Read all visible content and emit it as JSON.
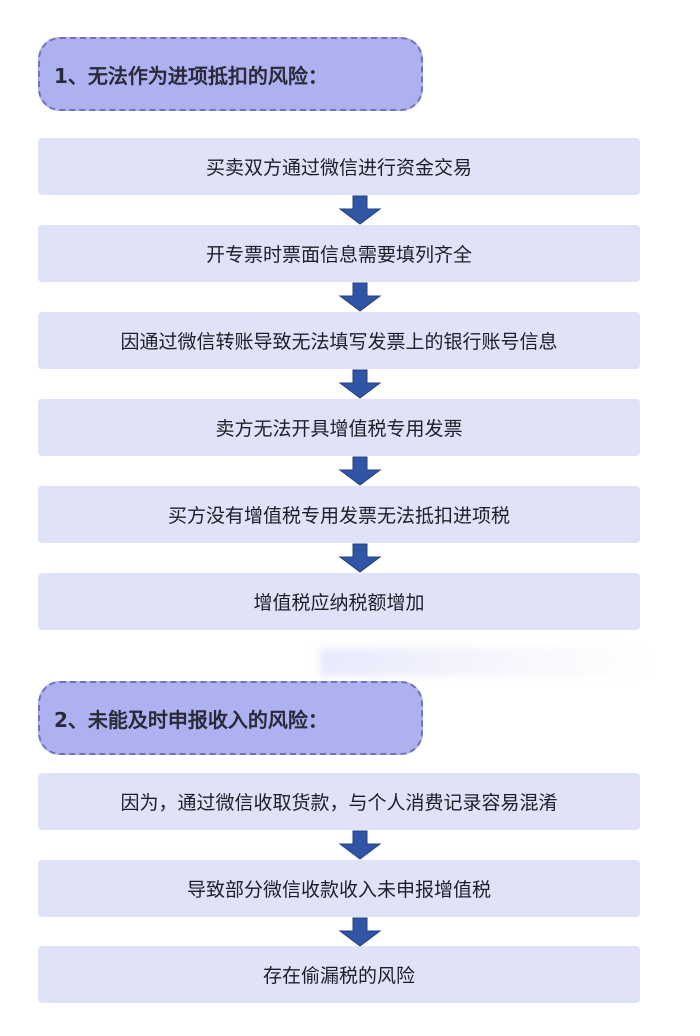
{
  "section1": {
    "title": "1、无法作为进项抵扣的风险：",
    "steps": [
      "买卖双方通过微信进行资金交易",
      "开专票时票面信息需要填列齐全",
      "因通过微信转账导致无法填写发票上的银行账号信息",
      "卖方无法开具增值税专用发票",
      "买方没有增值税专用发票无法抵扣进项税",
      "增值税应纳税额增加"
    ]
  },
  "section2": {
    "title": "2、未能及时申报收入的风险：",
    "steps": [
      "因为，通过微信收取货款，与个人消费记录容易混淆",
      "导致部分微信收款收入未申报增值税",
      "存在偷漏税的风险"
    ]
  },
  "colors": {
    "header_fill": "#adb1f0",
    "box_fill": "#e0e2f7",
    "arrow": "#2f55a4"
  }
}
